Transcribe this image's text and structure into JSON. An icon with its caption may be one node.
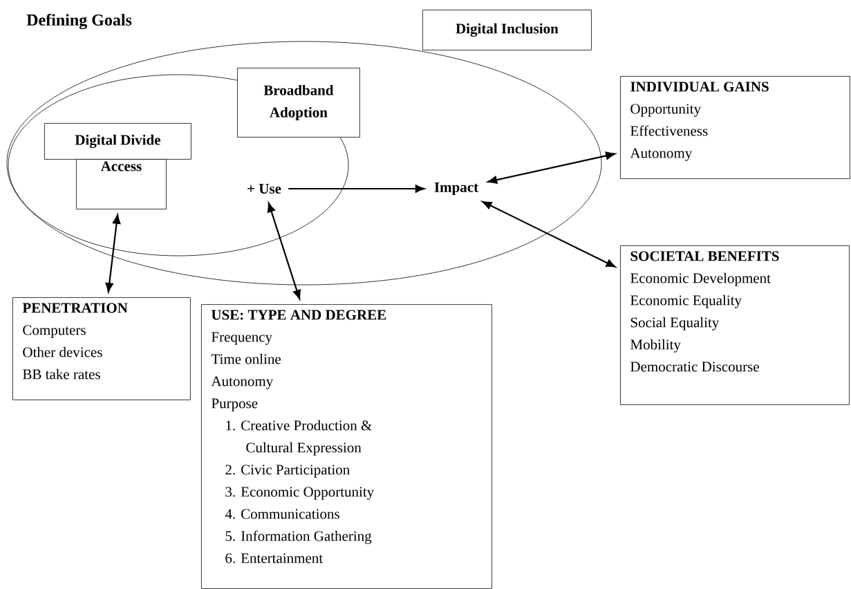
{
  "diagram": {
    "title": "Defining Goals",
    "nodes": [
      {
        "text": [
          "Digital Inclusion"
        ]
      },
      {
        "text": [],
        "shape": "ellipse"
      },
      {
        "text": [],
        "shape": "ellipse",
        "in": 1
      },
      {
        "text": [
          "Broadband Adoption"
        ],
        "in": 1
      },
      {
        "text": [
          "Digital Divide"
        ],
        "in": 2
      },
      {
        "text": [
          "Access"
        ],
        "in": 2
      },
      {
        "text": [
          "+ Use"
        ],
        "in": 2
      },
      {
        "text": [
          "Impact"
        ],
        "in": 1
      },
      {
        "text": [
          "INDIVIDUAL GAINS",
          "Opportunity",
          "Effectiveness",
          "Autonomy"
        ]
      },
      {
        "text": [
          "SOCIETAL BENEFITS",
          "Economic Development",
          "Economic Equality",
          "Social Equality",
          "Mobility",
          "Democratic Discourse"
        ]
      },
      {
        "text": [
          "PENETRATION",
          "Computers",
          "Other devices",
          "BB take rates"
        ]
      },
      {
        "text": [
          "USE: TYPE AND DEGREE",
          "Frequency",
          "Time online",
          "Autonomy",
          "Purpose",
          "1. Creative Production & Cultural Expression",
          "2. Civic Participation",
          "3. Economic Opportunity",
          "4. Communications",
          "5. Information Gathering",
          "6. Entertainment"
        ]
      }
    ],
    "edges": [
      {
        "from": 6,
        "to": 7,
        "arrow": "to"
      },
      {
        "from": 7,
        "to": 8,
        "arrow": "both"
      },
      {
        "from": 7,
        "to": 9,
        "arrow": "both"
      },
      {
        "from": 5,
        "to": 10,
        "arrow": "both"
      },
      {
        "from": 6,
        "to": 11,
        "arrow": "both"
      }
    ]
  }
}
